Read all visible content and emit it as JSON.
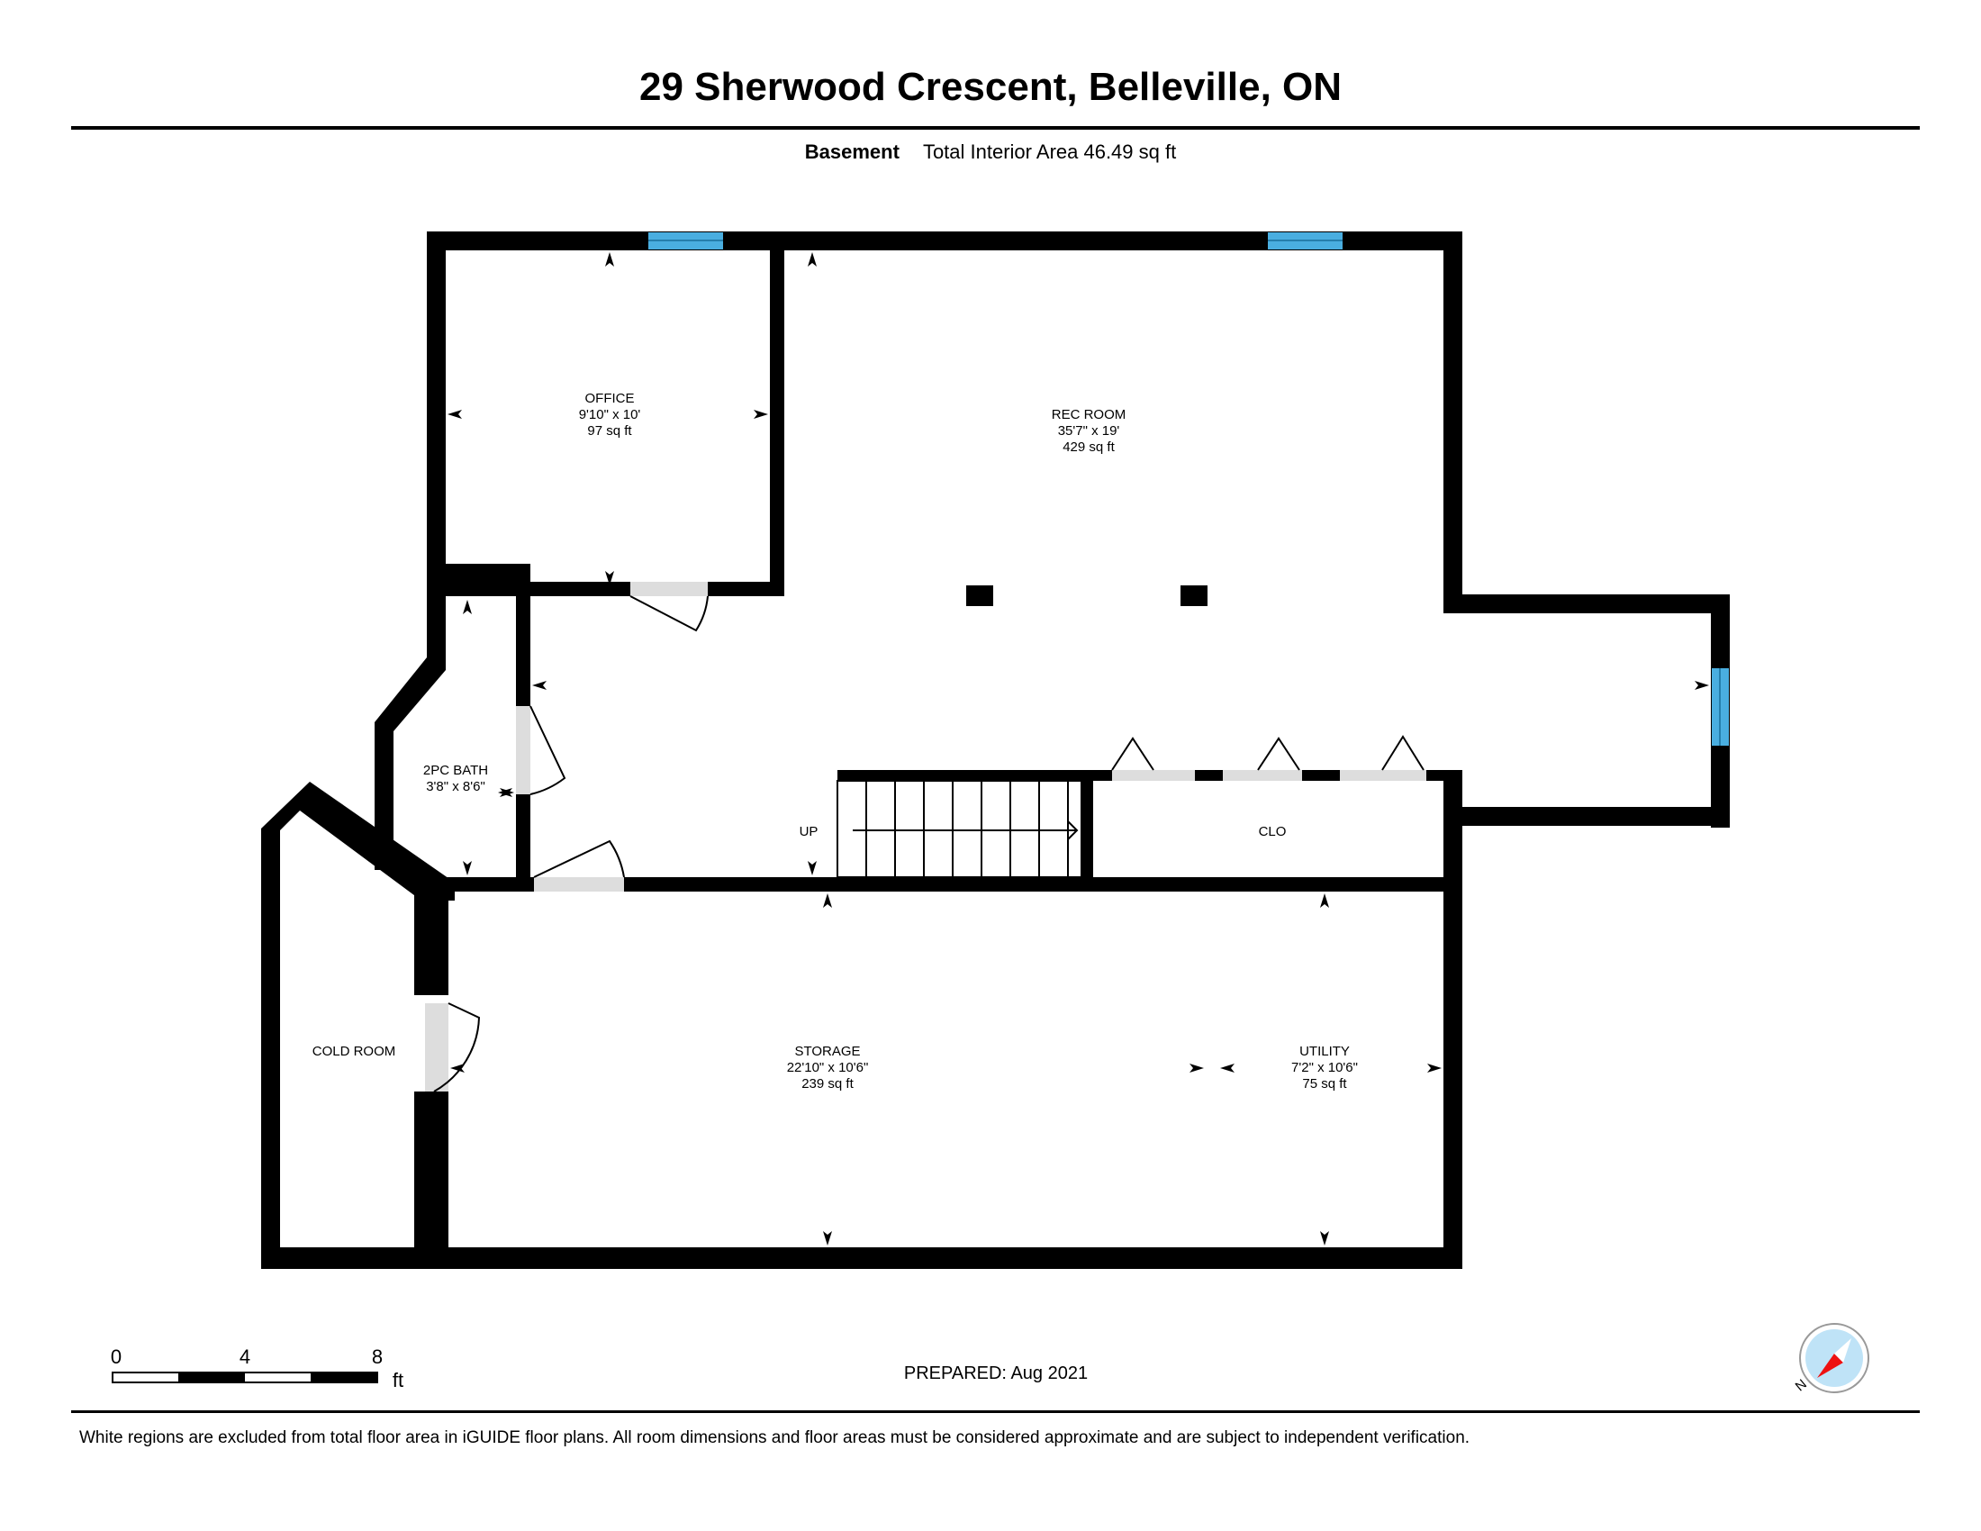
{
  "header": {
    "title": "29 Sherwood Crescent, Belleville, ON",
    "level": "Basement",
    "area_text": "Total Interior Area 46.49 sq ft"
  },
  "rooms": {
    "office": {
      "name": "OFFICE",
      "dims": "9'10\" x 10'",
      "area": "97 sq ft"
    },
    "rec_room": {
      "name": "REC ROOM",
      "dims": "35'7\" x 19'",
      "area": "429 sq ft"
    },
    "bath": {
      "name": "2PC BATH",
      "dims": "3'8\" x 8'6\""
    },
    "closet": {
      "name": "CLO"
    },
    "cold_room": {
      "name": "COLD ROOM"
    },
    "storage": {
      "name": "STORAGE",
      "dims": "22'10\" x 10'6\"",
      "area": "239 sq ft"
    },
    "utility": {
      "name": "UTILITY",
      "dims": "7'2\" x 10'6\"",
      "area": "75 sq ft"
    }
  },
  "stairs": {
    "label": "UP"
  },
  "scale_bar": {
    "ticks": [
      "0",
      "4",
      "8"
    ],
    "unit": "ft"
  },
  "compass": {
    "label": "N"
  },
  "footer": {
    "prepared": "PREPARED: Aug 2021",
    "disclaimer": "White regions are excluded from total floor area in iGUIDE floor plans. All room dimensions and floor areas must be considered approximate and are subject to independent verification."
  },
  "colors": {
    "wall": "#000000",
    "window": "#4aaee0",
    "door": "#dddddd",
    "compass_face": "#bfe3f7",
    "compass_needle": "#ee1111"
  }
}
